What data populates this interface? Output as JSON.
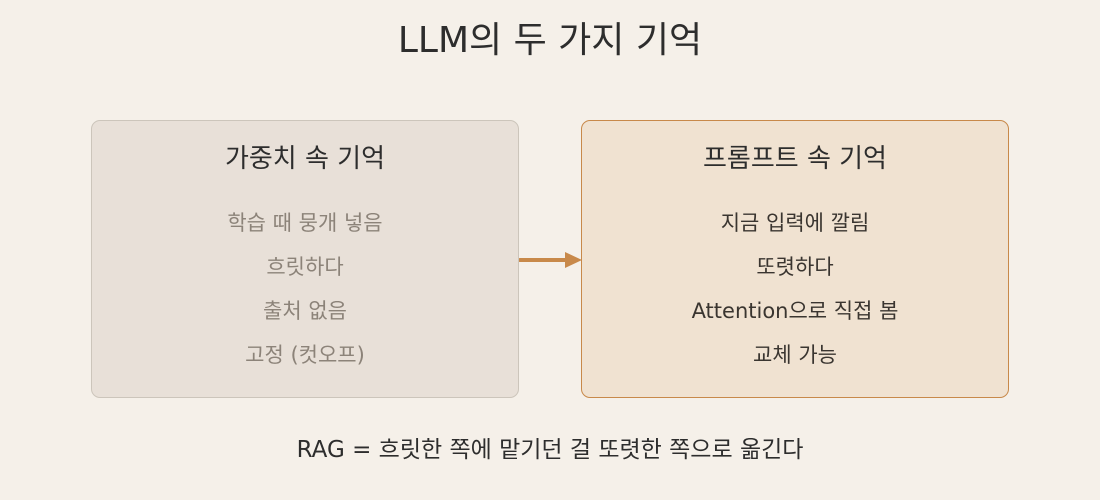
{
  "title": "LLM의 두 가지 기억",
  "left_box": {
    "title": "가중치 속 기억",
    "items": [
      "학습 때 뭉개 넣음",
      "흐릿하다",
      "출처 없음",
      "고정 (컷오프)"
    ]
  },
  "right_box": {
    "title": "프롬프트 속 기억",
    "items": [
      "지금 입력에 깔림",
      "또렷하다",
      "Attention으로 직접 봄",
      "교체 가능"
    ]
  },
  "footer": "RAG = 흐릿한 쪽에 맡기던 걸 또렷한 쪽으로 옮긴다",
  "colors": {
    "background": "#f5f0e9",
    "left_fill": "#e8e0d8",
    "right_fill": "#f0e2d1",
    "accent": "#c8894a"
  },
  "icons": {
    "connector": "arrow-right-icon"
  }
}
